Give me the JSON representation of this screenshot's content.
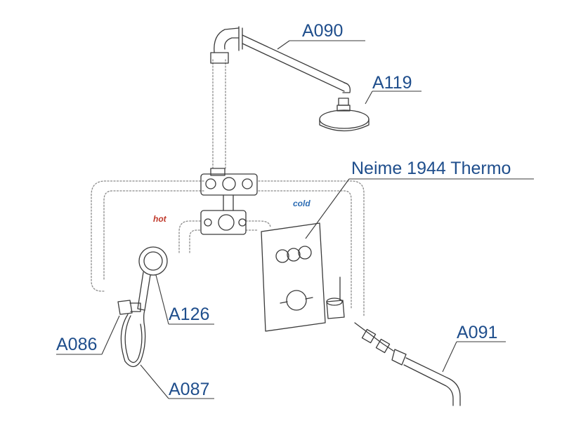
{
  "colors": {
    "label": "#1f4e8c",
    "hot": "#c0392b",
    "cold": "#2e6db4",
    "outline": "#3a3a3a",
    "pipe_dotted": "#8a8a8a"
  },
  "labels": {
    "a090": "A090",
    "a119": "A119",
    "model": "Neime 1944 Thermo",
    "a126": "A126",
    "a086": "A086",
    "a087": "A087",
    "a091": "A091"
  },
  "tags": {
    "hot": "hot",
    "cold": "cold"
  }
}
